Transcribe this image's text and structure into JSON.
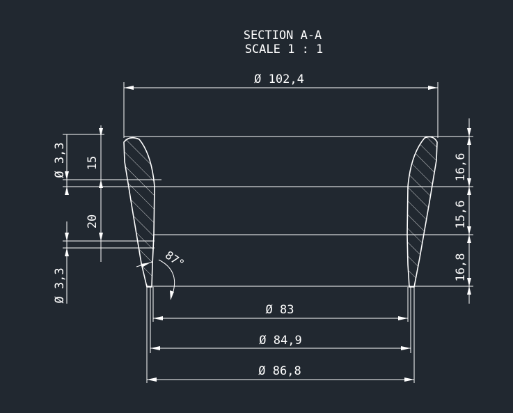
{
  "section": {
    "title": "SECTION A-A",
    "scale": "SCALE 1 : 1"
  },
  "dimensions": {
    "top_diameter": "Ø 102,4",
    "bottom_inner_diameter": "Ø 83",
    "bottom_mid_diameter": "Ø 84,9",
    "bottom_outer_diameter": "Ø 86,8",
    "left_groove_upper": "Ø 3,3",
    "left_groove_lower": "Ø 3,3",
    "left_height_15": "15",
    "left_height_20": "20",
    "right_height_top": "16,6",
    "right_height_middle": "15,6",
    "right_height_bottom": "16,8",
    "angle": "87°"
  },
  "colors": {
    "background": "#212830",
    "lines": "#ffffff"
  }
}
